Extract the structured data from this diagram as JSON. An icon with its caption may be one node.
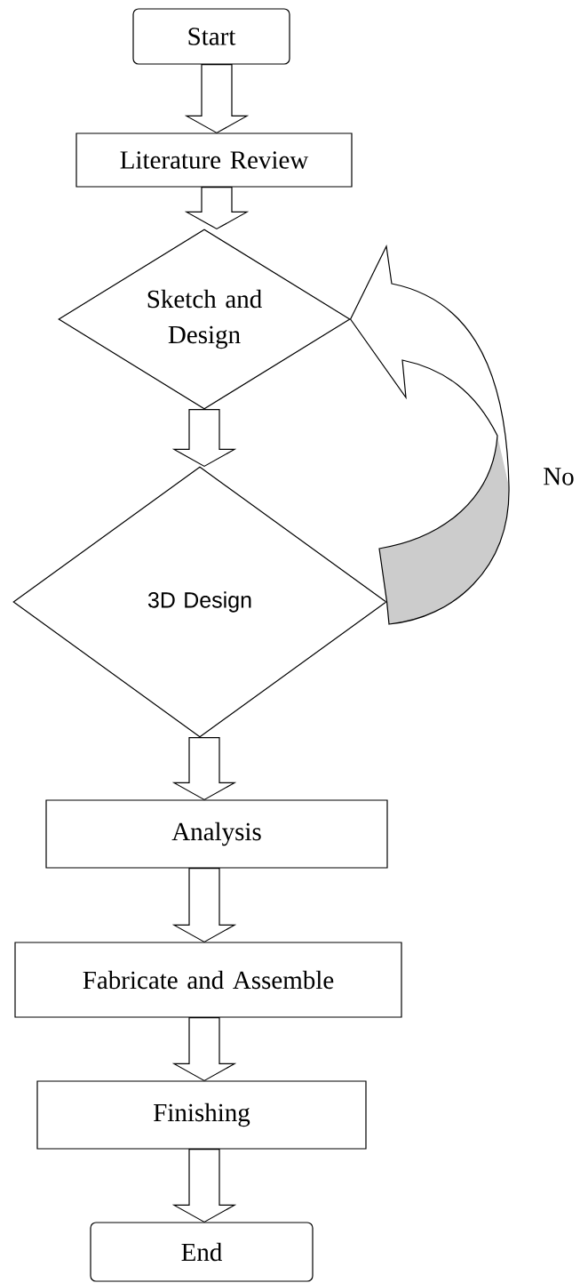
{
  "diagram": {
    "nodes": [
      {
        "text": [
          "Start"
        ]
      },
      {
        "text": [
          "Literature Review"
        ]
      },
      {
        "text": [
          "Sketch and Design"
        ]
      },
      {
        "text": [
          "3D Design"
        ]
      },
      {
        "text": [
          "Analysis"
        ]
      },
      {
        "text": [
          "Fabricate and Assemble"
        ]
      },
      {
        "text": [
          "Finishing"
        ]
      },
      {
        "text": [
          "End"
        ]
      }
    ],
    "edges": [
      {
        "from": 0,
        "to": 1,
        "arrow": "to"
      },
      {
        "from": 1,
        "to": 2,
        "arrow": "to"
      },
      {
        "from": 2,
        "to": 3,
        "arrow": "to"
      },
      {
        "from": 3,
        "to": 2,
        "arrow": "to",
        "label": "No"
      },
      {
        "from": 3,
        "to": 4,
        "arrow": "to"
      },
      {
        "from": 4,
        "to": 5,
        "arrow": "to"
      },
      {
        "from": 5,
        "to": 6,
        "arrow": "to"
      },
      {
        "from": 6,
        "to": 7,
        "arrow": "to"
      }
    ]
  }
}
